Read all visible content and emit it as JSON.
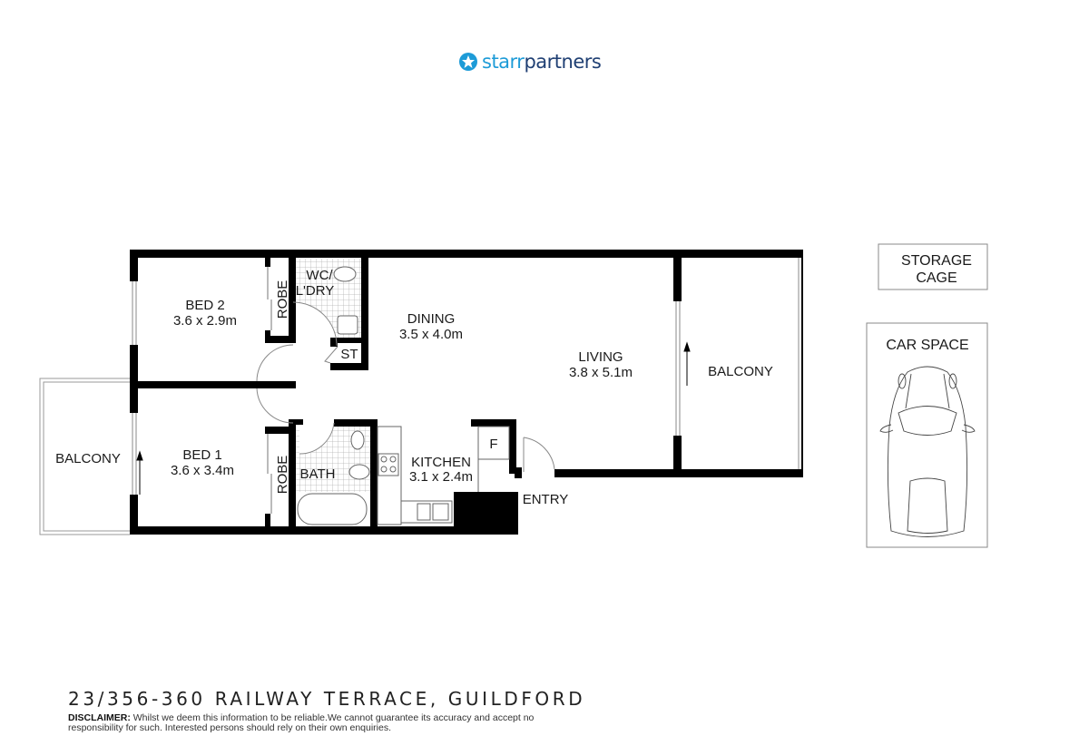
{
  "brand": {
    "name_part1": "starr",
    "name_part2": "partners",
    "primary_color": "#1d9bd7",
    "secondary_color": "#1f3f73"
  },
  "rooms": {
    "bed2": {
      "name": "BED 2",
      "size": "3.6 x 2.9m"
    },
    "bed1": {
      "name": "BED 1",
      "size": "3.6 x 3.4m"
    },
    "robe_top": {
      "name": "ROBE"
    },
    "robe_bottom": {
      "name": "ROBE"
    },
    "wc": {
      "name_line1": "WC/",
      "name_line2": "L'DRY"
    },
    "st": {
      "name": "ST"
    },
    "dining": {
      "name": "DINING",
      "size": "3.5 x 4.0m"
    },
    "living": {
      "name": "LIVING",
      "size": "3.8 x 5.1m"
    },
    "balcony_right": {
      "name": "BALCONY"
    },
    "balcony_left": {
      "name": "BALCONY"
    },
    "bath": {
      "name": "BATH"
    },
    "kitchen": {
      "name": "KITCHEN",
      "size": "3.1 x 2.4m"
    },
    "fridge": {
      "name": "F"
    },
    "entry": {
      "name": "ENTRY"
    }
  },
  "extras": {
    "storage": {
      "line1": "STORAGE",
      "line2": "CAGE"
    },
    "car_space": {
      "name": "CAR SPACE"
    }
  },
  "footer": {
    "address": "23/356-360 RAILWAY TERRACE, GUILDFORD",
    "disclaimer_label": "DISCLAIMER:",
    "disclaimer_text": "Whilst we deem this information to be reliable.We cannot guarantee its accuracy and accept no responsibility for such. Interested persons should rely on their own enquiries."
  }
}
